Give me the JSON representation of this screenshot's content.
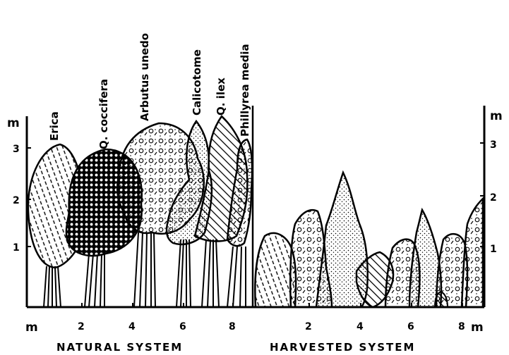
{
  "natural": {
    "caption": "NATURAL  SYSTEM",
    "y_unit": "m",
    "x_unit": "m",
    "y_ticks": [
      "1",
      "2",
      "3"
    ],
    "x_ticks": [
      "2",
      "4",
      "6",
      "8"
    ],
    "species": [
      "Erica",
      "Q. coccifera",
      "Arbutus unedo",
      "Calicotome",
      "Q. ilex",
      "Phillyrea media"
    ]
  },
  "harvested": {
    "caption": "HARVESTED  SYSTEM",
    "y_unit": "m",
    "x_unit": "m",
    "y_ticks": [
      "1",
      "2",
      "3"
    ],
    "x_ticks": [
      "2",
      "4",
      "6",
      "8"
    ]
  }
}
